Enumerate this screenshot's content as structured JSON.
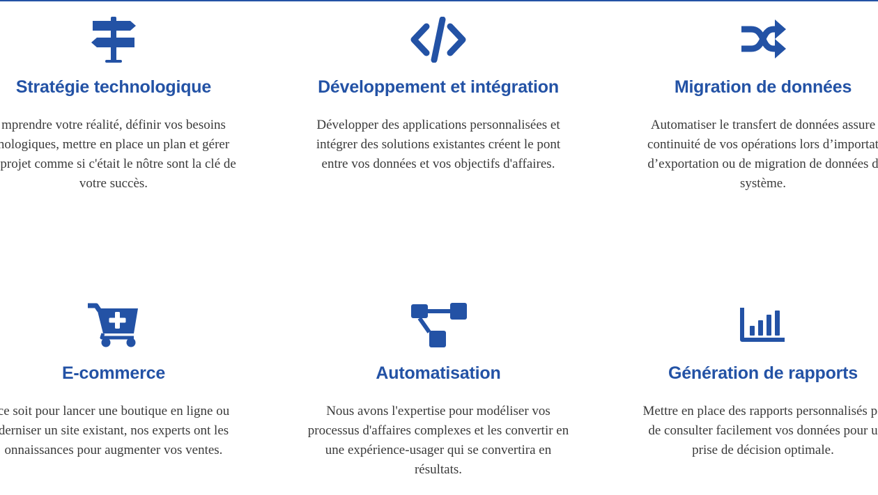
{
  "accent_color": "#2352a5",
  "services": [
    {
      "icon": "signpost-icon",
      "title": "Stratégie technologique",
      "lines": [
        "mprendre votre réalité, définir vos besoins",
        "nologiques, mettre en place un plan et gérer",
        "e projet comme si c'était le nôtre sont la clé de",
        "votre succès."
      ]
    },
    {
      "icon": "code-icon",
      "title": "Développement et intégration",
      "lines": [
        "Développer des applications personnalisées et",
        "intégrer des solutions existantes créent le pont",
        "entre vos données et vos objectifs d'affaires."
      ]
    },
    {
      "icon": "shuffle-icon",
      "title": "Migration de données",
      "lines": [
        "Automatiser le transfert de données assure",
        "continuité de vos opérations lors d’importat",
        "d’exportation ou de migration de données d",
        "système."
      ]
    },
    {
      "icon": "cart-plus-icon",
      "title": "E-commerce",
      "lines": [
        "ce soit pour lancer une boutique en ligne ou",
        "derniser un site existant, nos experts ont les",
        "onnaissances pour augmenter vos ventes."
      ]
    },
    {
      "icon": "sitemap-icon",
      "title": "Automatisation",
      "lines": [
        "Nous avons l'expertise pour modéliser vos",
        "processus d'affaires complexes et les convertir en",
        "une expérience-usager qui se convertira en",
        "résultats."
      ]
    },
    {
      "icon": "bar-chart-icon",
      "title": "Génération de rapports",
      "lines": [
        "Mettre en place des rapports personnalisés pe",
        "de consulter facilement vos données pour u",
        "prise de décision optimale."
      ]
    }
  ]
}
